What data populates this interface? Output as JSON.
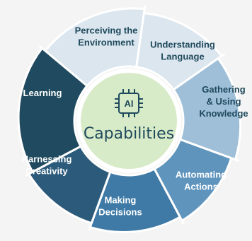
{
  "center": {
    "icon": "ai-chip-icon",
    "chip_text": "AI",
    "title": "Capabilities",
    "fill": "#d8ebc8",
    "ring": "#ffffff",
    "text_color": "#1f4a5c"
  },
  "background": "#f4f4f4",
  "segments": [
    {
      "lines": [
        "Perceiving the",
        "Environment"
      ],
      "fill": "#dbe6ef",
      "text_color": "#1f4a5c"
    },
    {
      "lines": [
        "Understanding",
        "Language"
      ],
      "fill": "#dce6ef",
      "text_color": "#1f4a5c"
    },
    {
      "lines": [
        "Gathering",
        "& Using",
        "Knowledge"
      ],
      "fill": "#9fbfd9",
      "text_color": "#1f4a5c"
    },
    {
      "lines": [
        "Automating",
        "Actions"
      ],
      "fill": "#5f94bd",
      "text_color": "#ffffff"
    },
    {
      "lines": [
        "Making",
        "Decisions"
      ],
      "fill": "#3f7aa6",
      "text_color": "#ffffff"
    },
    {
      "lines": [
        "Harnessing",
        "Creativity"
      ],
      "fill": "#2c5a7a",
      "text_color": "#ffffff"
    },
    {
      "lines": [
        "Learning"
      ],
      "fill": "#1f4a5f",
      "text_color": "#ffffff"
    }
  ]
}
